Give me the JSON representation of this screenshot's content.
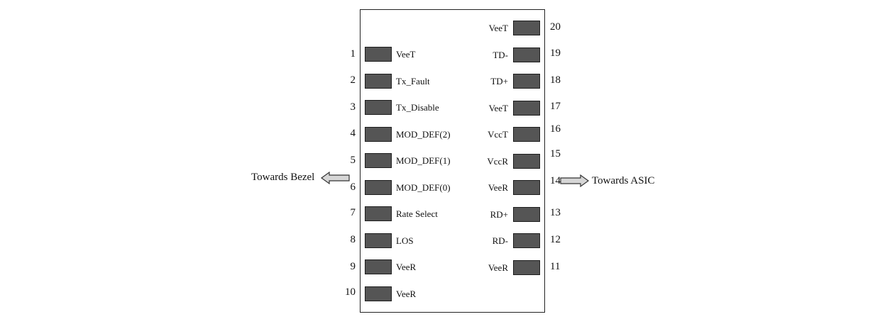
{
  "left_pins": [
    {
      "number": "1",
      "signal": "VeeT"
    },
    {
      "number": "2",
      "signal": "Tx_Fault"
    },
    {
      "number": "3",
      "signal": "Tx_Disable"
    },
    {
      "number": "4",
      "signal": "MOD_DEF(2)"
    },
    {
      "number": "5",
      "signal": "MOD_DEF(1)"
    },
    {
      "number": "6",
      "signal": "MOD_DEF(0)"
    },
    {
      "number": "7",
      "signal": "Rate Select"
    },
    {
      "number": "8",
      "signal": "LOS"
    },
    {
      "number": "9",
      "signal": "VeeR"
    },
    {
      "number": "10",
      "signal": "VeeR"
    }
  ],
  "right_pins": [
    {
      "number": "20",
      "signal": "VeeT"
    },
    {
      "number": "19",
      "signal": "TD-"
    },
    {
      "number": "18",
      "signal": "TD+"
    },
    {
      "number": "17",
      "signal": "VeeT"
    },
    {
      "number": "16",
      "signal": "VccT"
    },
    {
      "number": "15",
      "signal": "VccR"
    },
    {
      "number": "14",
      "signal": "VeeR"
    },
    {
      "number": "13",
      "signal": "RD+"
    },
    {
      "number": "12",
      "signal": "RD-"
    },
    {
      "number": "11",
      "signal": "VeeR"
    }
  ],
  "directions": {
    "left": "Towards Bezel",
    "right": "Towards ASIC"
  }
}
